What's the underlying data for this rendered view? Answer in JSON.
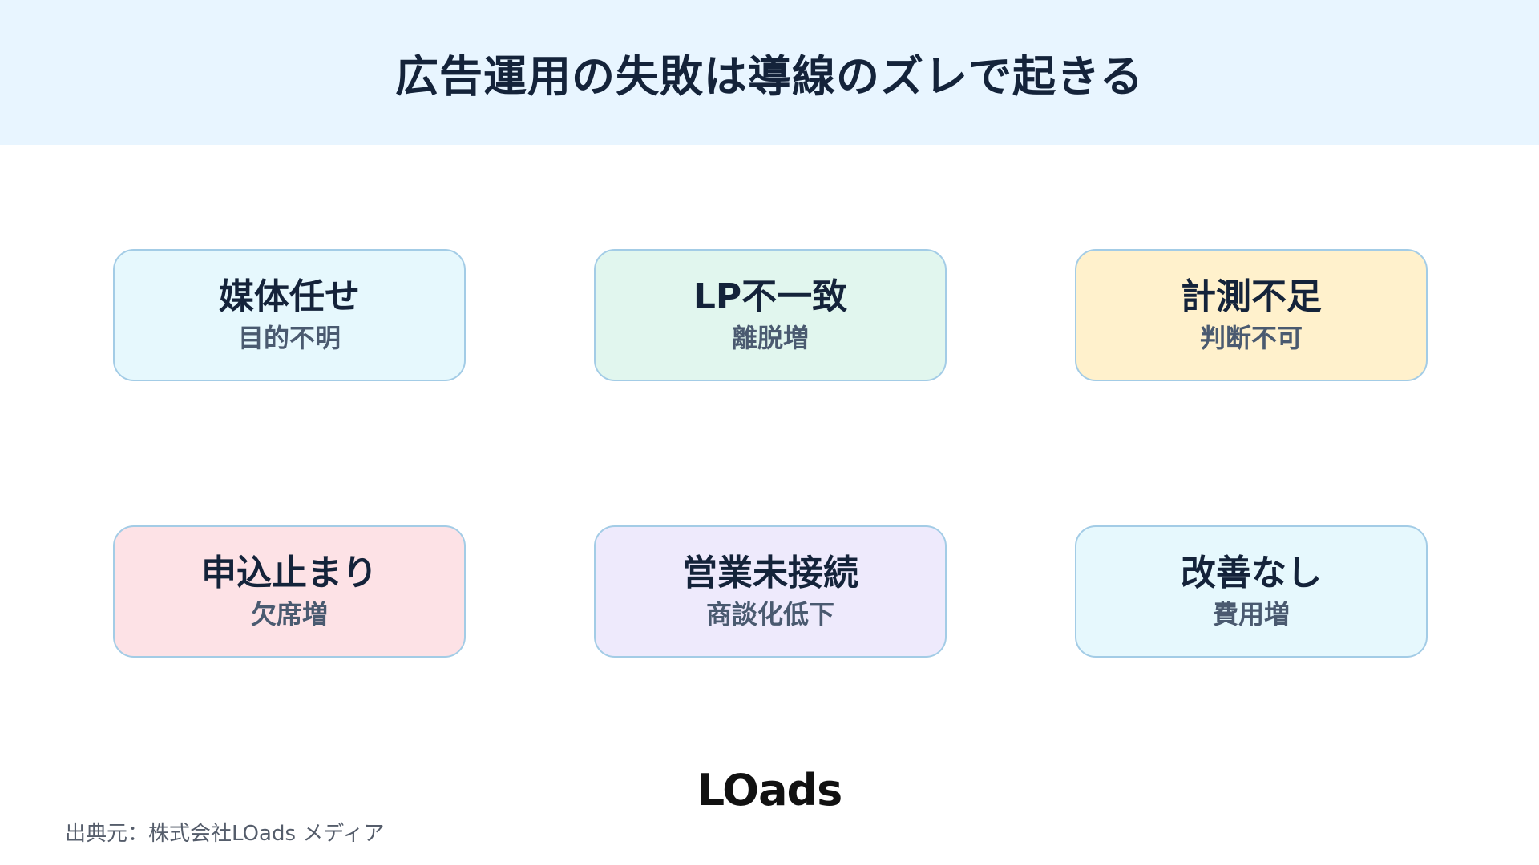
{
  "header": {
    "title": "広告運用の失敗は導線のズレで起きる",
    "background": "#e8f5ff"
  },
  "cards": [
    {
      "title": "媒体任せ",
      "sub": "目的不明",
      "color": "#e6f8fd"
    },
    {
      "title": "LP不一致",
      "sub": "離脱増",
      "color": "#e1f6ee"
    },
    {
      "title": "計測不足",
      "sub": "判断不可",
      "color": "#fff1cc"
    },
    {
      "title": "申込止まり",
      "sub": "欠席増",
      "color": "#fde2e6"
    },
    {
      "title": "営業未接続",
      "sub": "商談化低下",
      "color": "#eeeafc"
    },
    {
      "title": "改善なし",
      "sub": "費用増",
      "color": "#e6f8fd"
    }
  ],
  "card_border_color": "#a3cce6",
  "logo": "LOads",
  "source": "出典元：株式会社LOads メディア"
}
